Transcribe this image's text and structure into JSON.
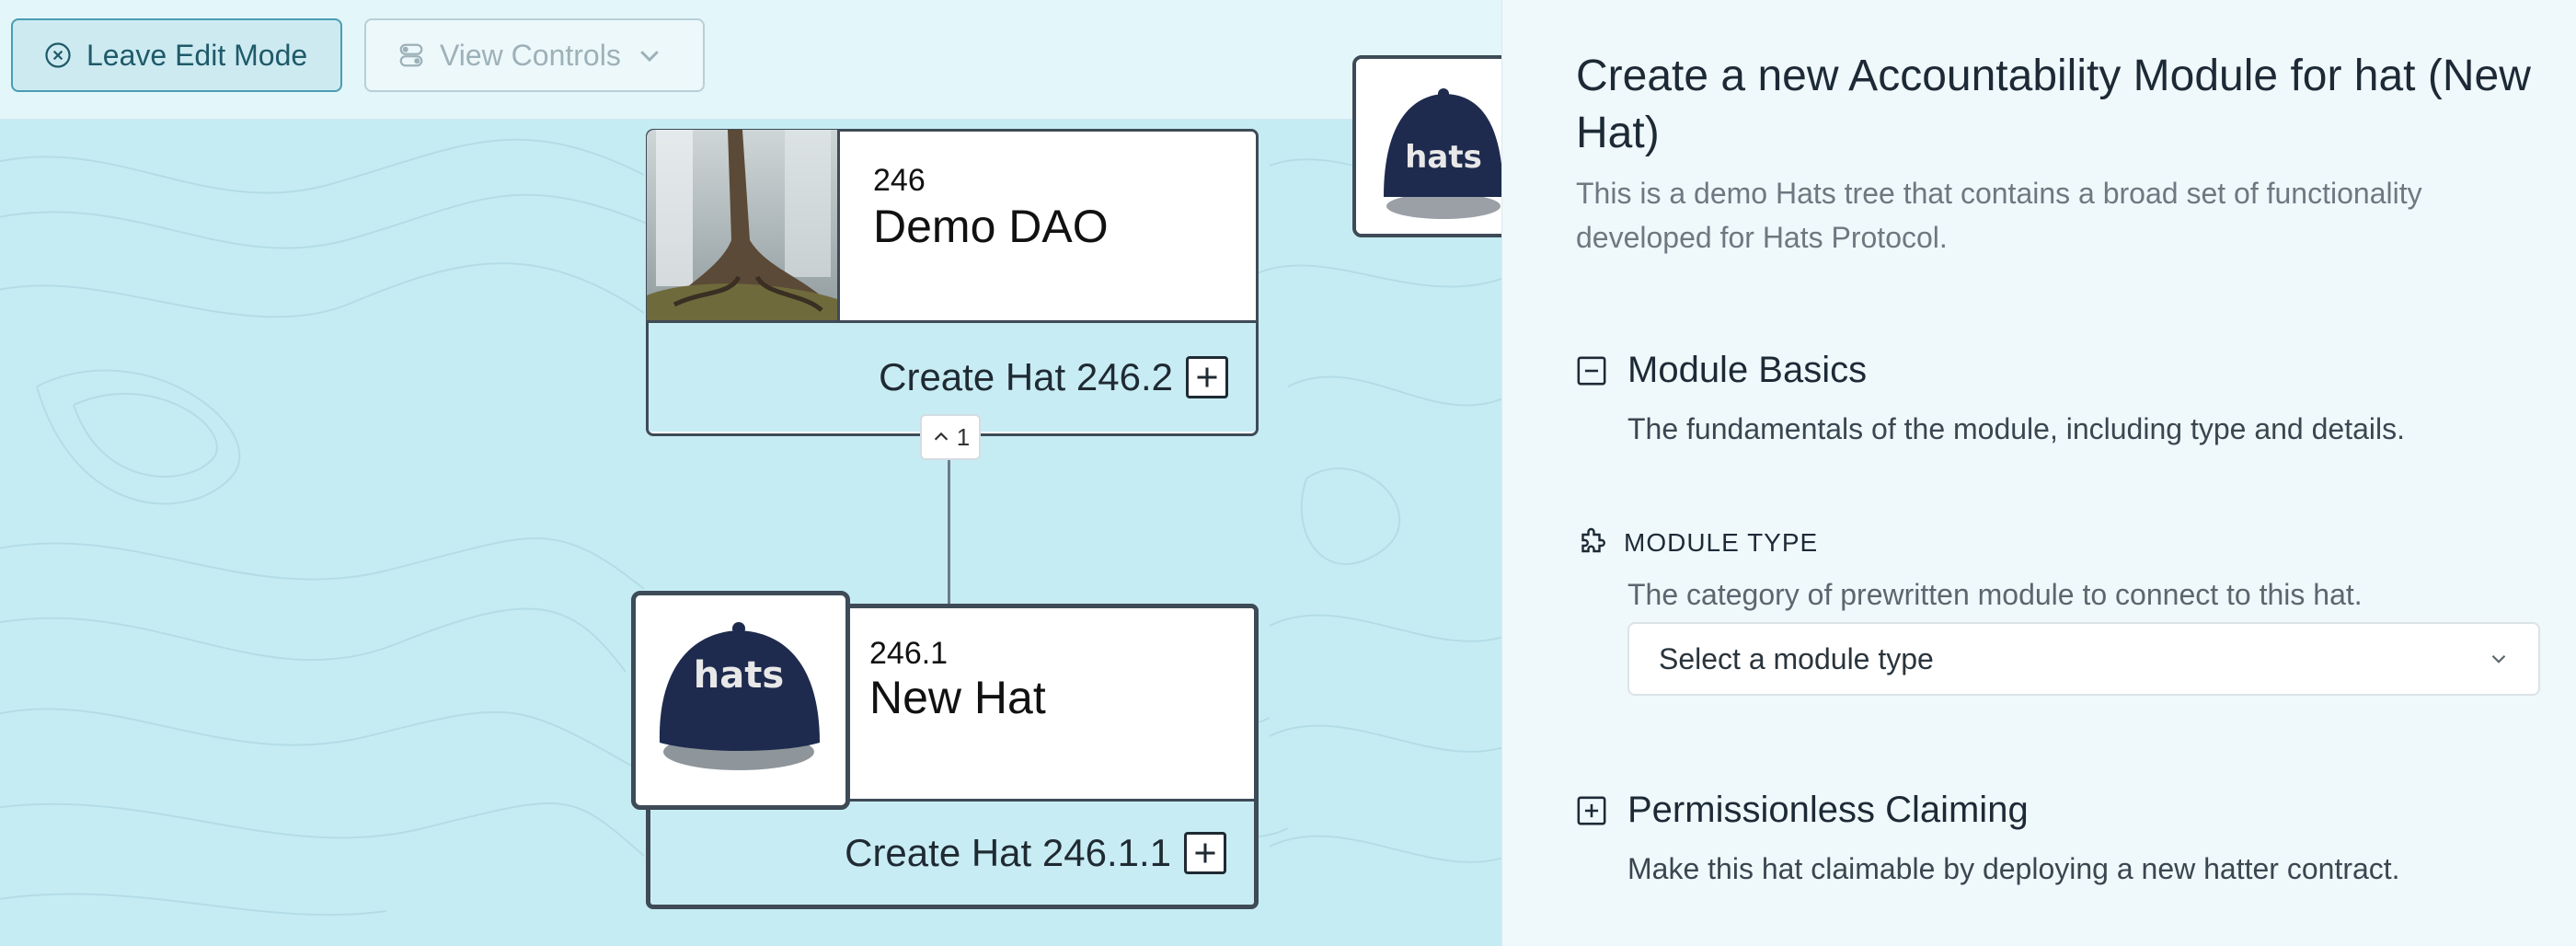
{
  "toolbar": {
    "leave_edit_label": "Leave Edit Mode",
    "view_controls_label": "View Controls"
  },
  "tree": {
    "root": {
      "id": "246",
      "name": "Demo DAO",
      "create_label": "Create Hat 246.2"
    },
    "toggle_chip": "1",
    "child": {
      "id": "246.1",
      "name": "New Hat",
      "image_text": "hats",
      "create_label": "Create Hat 246.1.1"
    },
    "partial_hat_image_text": "hats"
  },
  "panel": {
    "title": "Create a new Accountability Module for hat (New Hat)",
    "description": "This is a demo Hats tree that contains a broad set of functionality developed for Hats Protocol.",
    "module_basics": {
      "title": "Module Basics",
      "description": "The fundamentals of the module, including type and details."
    },
    "module_type": {
      "label": "MODULE TYPE",
      "help": "The category of prewritten module to connect to this hat.",
      "placeholder": "Select a module type"
    },
    "permissionless": {
      "title": "Permissionless Claiming",
      "description": "Make this hat claimable by deploying a new hatter contract."
    }
  },
  "colors": {
    "canvas_bg": "#c6ecf3",
    "panel_bg": "#eff9fc",
    "accent": "#4a9db1",
    "card_border": "#3e4b57"
  }
}
